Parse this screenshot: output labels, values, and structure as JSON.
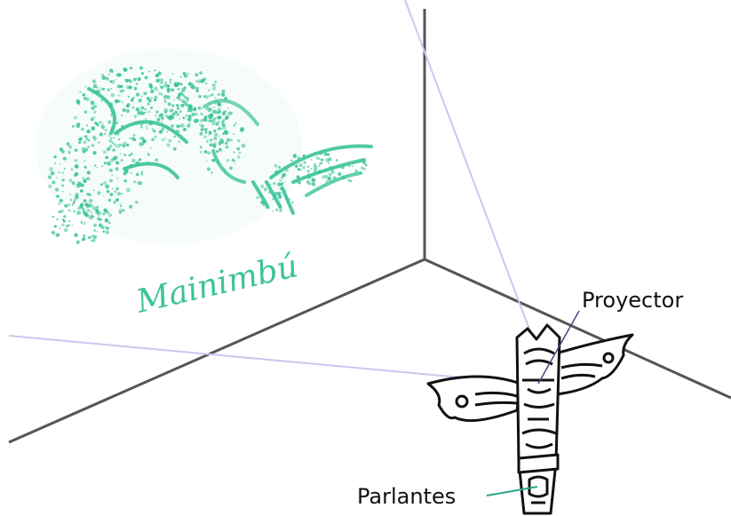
{
  "title_text": "Mainimbú",
  "labels": {
    "projector": "Proyector",
    "speakers": "Parlantes"
  },
  "colors": {
    "brand": "#3cc39a",
    "projection_beam": "#c9c8f0",
    "room_edges": "#555555",
    "projector_leader": "#3c4a8a",
    "speaker_leader": "#2aa98a",
    "totem_ink": "#111111"
  }
}
